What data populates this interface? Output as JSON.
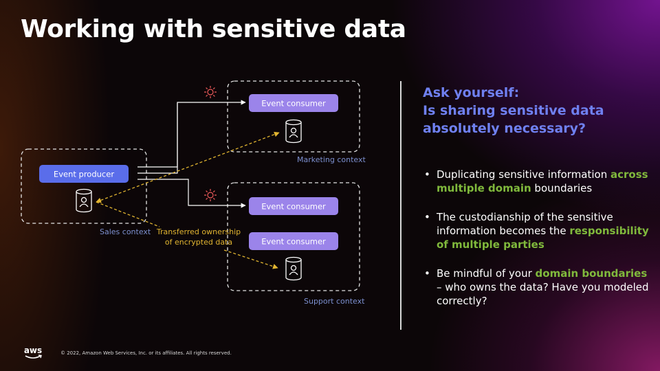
{
  "title": "Working with sensitive data",
  "diagram": {
    "producer_label": "Event producer",
    "consumer_label": "Event consumer",
    "contexts": {
      "sales": "Sales context",
      "marketing": "Marketing context",
      "support": "Support context"
    },
    "transfer_note": {
      "line1": "Transferred ownership",
      "line2": "of encrypted data"
    }
  },
  "ask": {
    "line1": "Ask yourself:",
    "line2": "Is sharing sensitive data",
    "line3": "absolutely necessary?"
  },
  "bullets": [
    {
      "before": "Duplicating sensitive information ",
      "highlight": "across multiple domain",
      "after": " boundaries"
    },
    {
      "before": "The custodianship of the sensitive information becomes the ",
      "highlight": "responsibility of multiple parties",
      "after": ""
    },
    {
      "before": "Be mindful of your ",
      "highlight": "domain boundaries",
      "after": " – who owns the data? Have you modeled correctly?"
    }
  ],
  "footer": {
    "logo_text": "aws",
    "copyright": "© 2022, Amazon Web Services, Inc. or its affiliates. All rights reserved."
  },
  "colors": {
    "producer_box": "#5a6dea",
    "consumer_box": "#9b84ea",
    "highlight": "#80b93c",
    "ask_text": "#6f80f0",
    "encrypted_arrow": "#e2b531"
  },
  "icons": [
    "database-user-icon",
    "sun-event-icon",
    "aws-logo"
  ]
}
